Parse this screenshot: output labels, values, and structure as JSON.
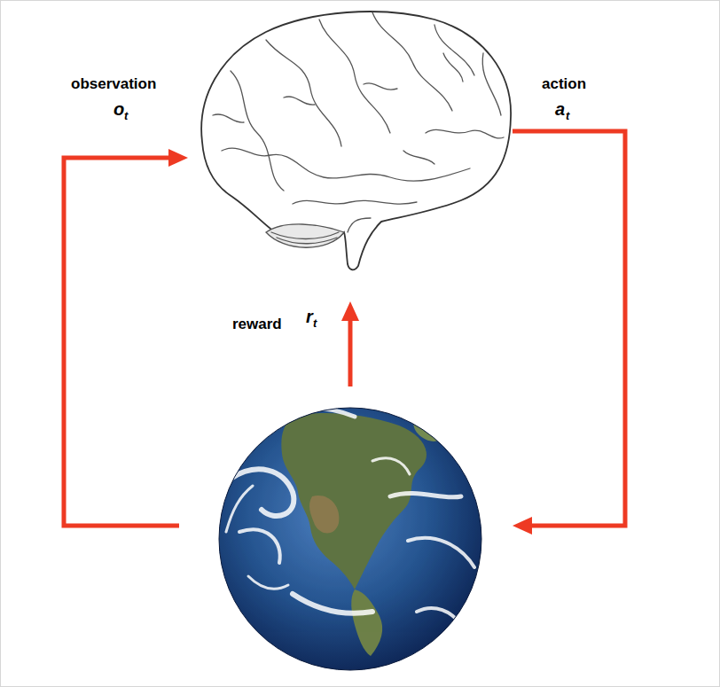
{
  "diagram": {
    "labels": [
      "observation",
      "o",
      "t",
      "action",
      "a",
      "t",
      "reward",
      "r",
      "t"
    ]
  }
}
